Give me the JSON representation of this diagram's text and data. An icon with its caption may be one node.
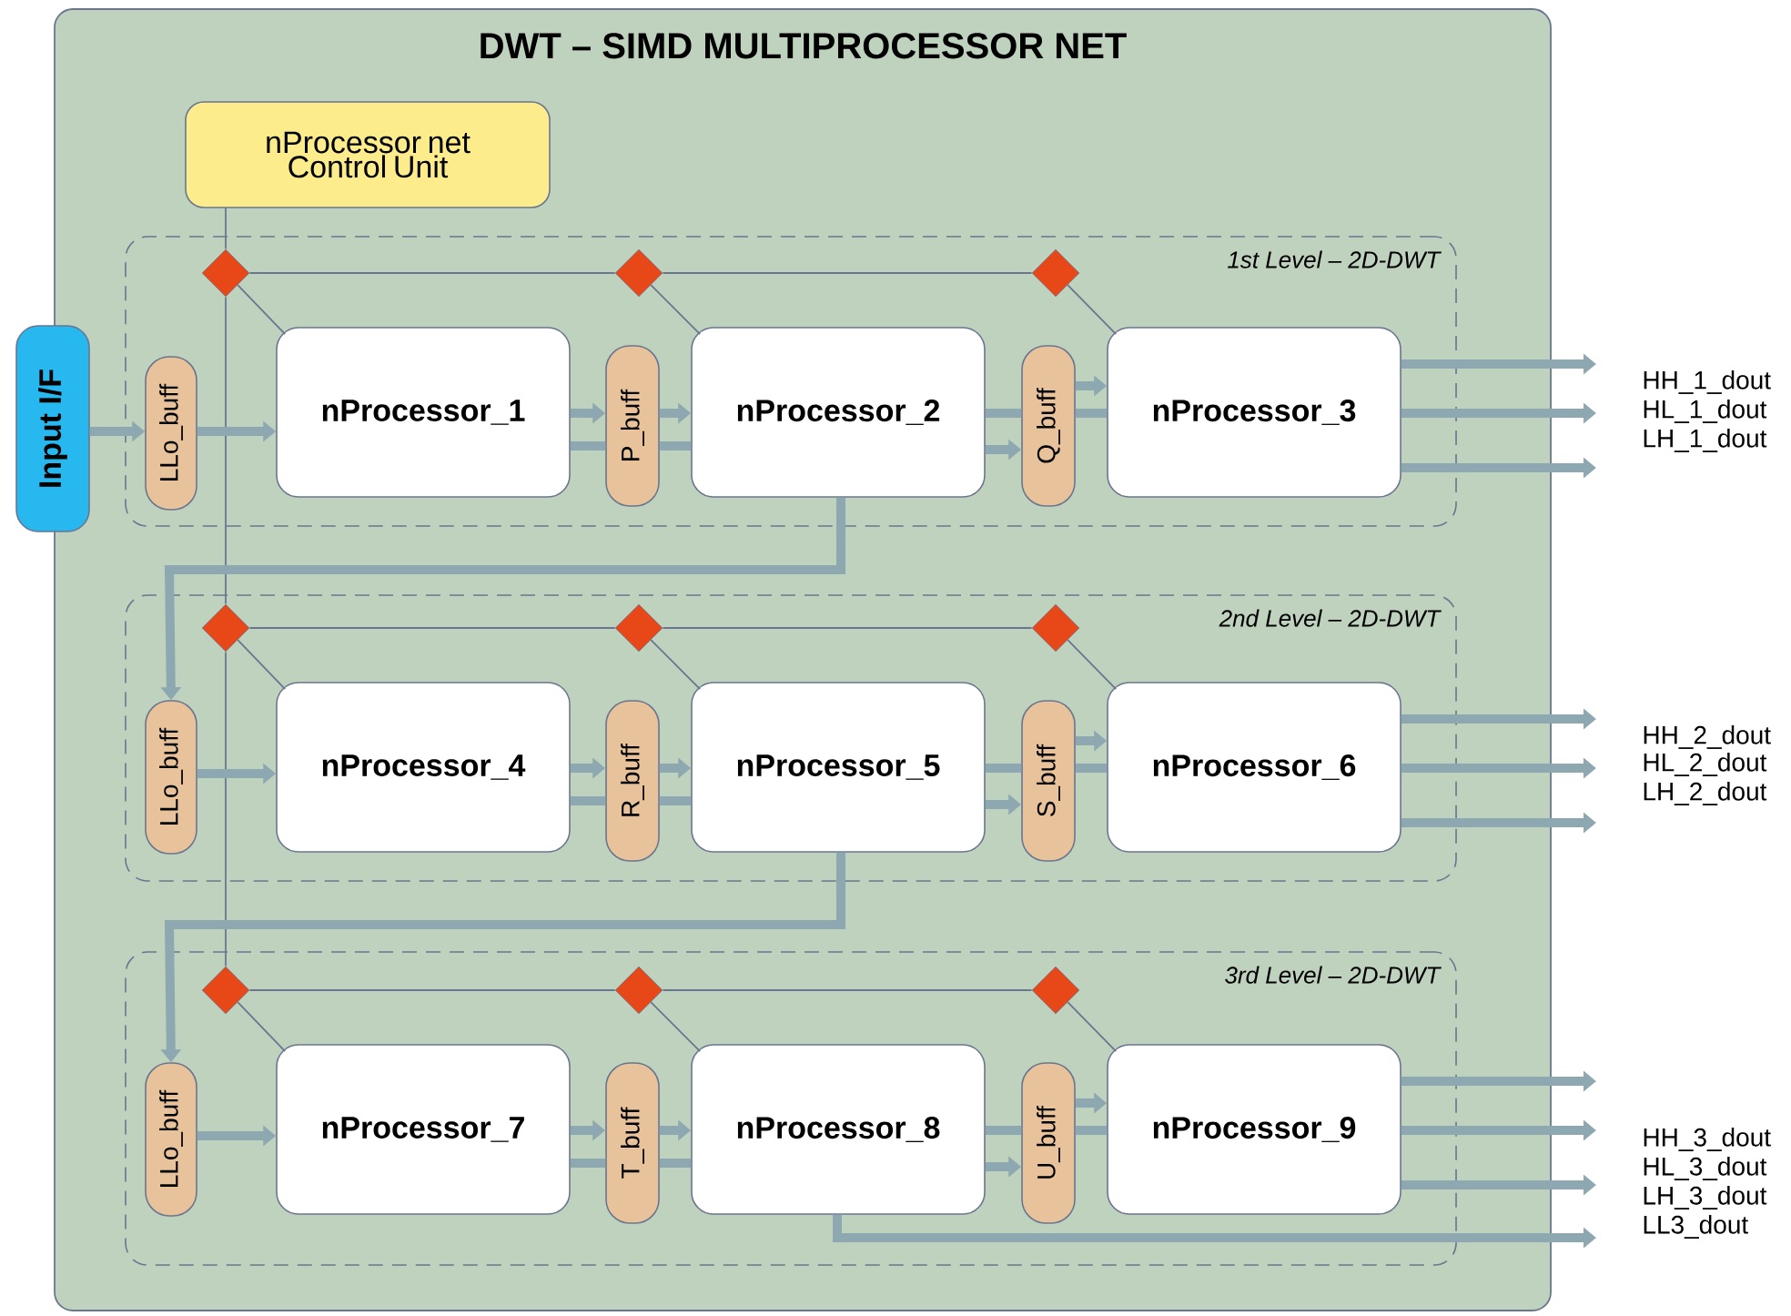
{
  "diagram": {
    "nodes": [
      {
        "text": [
          "DWT – SIMD MULTIPROCESSOR NET"
        ]
      },
      {
        "text": [
          "nProcessor net Control Unit"
        ],
        "in": 0
      },
      {
        "text": [
          "Input I/F"
        ]
      },
      {
        "text": [
          "1st Level – 2D-DWT"
        ],
        "in": 0
      },
      {
        "text": [
          "LLo_buff"
        ],
        "in": 3
      },
      {
        "text": [
          "nProcessor_1"
        ],
        "in": 3
      },
      {
        "text": [
          "P_buff"
        ],
        "in": 3
      },
      {
        "text": [
          "nProcessor_2"
        ],
        "in": 3
      },
      {
        "text": [
          "Q_buff"
        ],
        "in": 3
      },
      {
        "text": [
          "nProcessor_3"
        ],
        "in": 3
      },
      {
        "text": [],
        "shape": "diamond",
        "in": 3
      },
      {
        "text": [],
        "shape": "diamond",
        "in": 3
      },
      {
        "text": [],
        "shape": "diamond",
        "in": 3
      },
      {
        "text": [
          "2nd Level – 2D-DWT"
        ],
        "in": 0
      },
      {
        "text": [
          "LLo_buff"
        ],
        "in": 13
      },
      {
        "text": [
          "nProcessor_4"
        ],
        "in": 13
      },
      {
        "text": [
          "R_buff"
        ],
        "in": 13
      },
      {
        "text": [
          "nProcessor_5"
        ],
        "in": 13
      },
      {
        "text": [
          "S_buff"
        ],
        "in": 13
      },
      {
        "text": [
          "nProcessor_6"
        ],
        "in": 13
      },
      {
        "text": [],
        "shape": "diamond",
        "in": 13
      },
      {
        "text": [],
        "shape": "diamond",
        "in": 13
      },
      {
        "text": [],
        "shape": "diamond",
        "in": 13
      },
      {
        "text": [
          "3rd Level – 2D-DWT"
        ],
        "in": 0
      },
      {
        "text": [
          "LLo_buff"
        ],
        "in": 23
      },
      {
        "text": [
          "nProcessor_7"
        ],
        "in": 23
      },
      {
        "text": [
          "T_buff"
        ],
        "in": 23
      },
      {
        "text": [
          "nProcessor_8"
        ],
        "in": 23
      },
      {
        "text": [
          "U_buff"
        ],
        "in": 23
      },
      {
        "text": [
          "nProcessor_9"
        ],
        "in": 23
      },
      {
        "text": [],
        "shape": "diamond",
        "in": 23
      },
      {
        "text": [],
        "shape": "diamond",
        "in": 23
      },
      {
        "text": [],
        "shape": "diamond",
        "in": 23
      }
    ],
    "edges": [
      {
        "from": 1,
        "to": 10,
        "arrow": "none",
        "color": "#6a7590"
      },
      {
        "from": 10,
        "to": 20,
        "arrow": "none",
        "color": "#6a7590"
      },
      {
        "from": 20,
        "to": 30,
        "arrow": "none",
        "color": "#6a7590"
      },
      {
        "from": 2,
        "to": 4,
        "arrow": "to"
      },
      {
        "from": 4,
        "to": 5,
        "arrow": "to"
      },
      {
        "from": 5,
        "to": 6,
        "arrow": "to"
      },
      {
        "from": 6,
        "to": 7,
        "arrow": "to"
      },
      {
        "from": 5,
        "to": 6,
        "arrow": "none"
      },
      {
        "from": 6,
        "to": 7,
        "arrow": "none"
      },
      {
        "from": 7,
        "to": 8,
        "arrow": "none"
      },
      {
        "from": 8,
        "to": 9,
        "arrow": "none"
      },
      {
        "from": 7,
        "to": 8,
        "arrow": "to"
      },
      {
        "from": 8,
        "to": 9,
        "arrow": "to"
      },
      {
        "from": 9,
        "to": null,
        "arrow": "to"
      },
      {
        "from": 9,
        "to": null,
        "arrow": "to"
      },
      {
        "from": 9,
        "to": null,
        "arrow": "to"
      },
      {
        "from": 10,
        "to": 11,
        "arrow": "none",
        "color": "#6a7590"
      },
      {
        "from": 11,
        "to": 12,
        "arrow": "none",
        "color": "#6a7590"
      },
      {
        "from": 10,
        "to": 5,
        "arrow": "none",
        "color": "#6a7590"
      },
      {
        "from": 11,
        "to": 7,
        "arrow": "none",
        "color": "#6a7590"
      },
      {
        "from": 12,
        "to": 9,
        "arrow": "none",
        "color": "#6a7590"
      },
      {
        "from": 14,
        "to": 15,
        "arrow": "to"
      },
      {
        "from": 15,
        "to": 16,
        "arrow": "to"
      },
      {
        "from": 16,
        "to": 17,
        "arrow": "to"
      },
      {
        "from": 15,
        "to": 16,
        "arrow": "none"
      },
      {
        "from": 16,
        "to": 17,
        "arrow": "none"
      },
      {
        "from": 17,
        "to": 18,
        "arrow": "none"
      },
      {
        "from": 18,
        "to": 19,
        "arrow": "none"
      },
      {
        "from": 17,
        "to": 18,
        "arrow": "to"
      },
      {
        "from": 18,
        "to": 19,
        "arrow": "to"
      },
      {
        "from": 19,
        "to": null,
        "arrow": "to"
      },
      {
        "from": 19,
        "to": null,
        "arrow": "to"
      },
      {
        "from": 19,
        "to": null,
        "arrow": "to"
      },
      {
        "from": 20,
        "to": 21,
        "arrow": "none",
        "color": "#6a7590"
      },
      {
        "from": 21,
        "to": 22,
        "arrow": "none",
        "color": "#6a7590"
      },
      {
        "from": 20,
        "to": 15,
        "arrow": "none",
        "color": "#6a7590"
      },
      {
        "from": 21,
        "to": 17,
        "arrow": "none",
        "color": "#6a7590"
      },
      {
        "from": 22,
        "to": 19,
        "arrow": "none",
        "color": "#6a7590"
      },
      {
        "from": 24,
        "to": 25,
        "arrow": "to"
      },
      {
        "from": 25,
        "to": 26,
        "arrow": "to"
      },
      {
        "from": 26,
        "to": 27,
        "arrow": "to"
      },
      {
        "from": 25,
        "to": 26,
        "arrow": "none"
      },
      {
        "from": 26,
        "to": 27,
        "arrow": "none"
      },
      {
        "from": 27,
        "to": 28,
        "arrow": "none"
      },
      {
        "from": 28,
        "to": 29,
        "arrow": "none"
      },
      {
        "from": 27,
        "to": 28,
        "arrow": "to"
      },
      {
        "from": 28,
        "to": 29,
        "arrow": "to"
      },
      {
        "from": 29,
        "to": null,
        "arrow": "to"
      },
      {
        "from": 29,
        "to": null,
        "arrow": "to"
      },
      {
        "from": 29,
        "to": null,
        "arrow": "to"
      },
      {
        "from": 30,
        "to": 31,
        "arrow": "none",
        "color": "#6a7590"
      },
      {
        "from": 31,
        "to": 32,
        "arrow": "none",
        "color": "#6a7590"
      },
      {
        "from": 30,
        "to": 25,
        "arrow": "none",
        "color": "#6a7590"
      },
      {
        "from": 31,
        "to": 27,
        "arrow": "none",
        "color": "#6a7590"
      },
      {
        "from": 32,
        "to": 29,
        "arrow": "none",
        "color": "#6a7590"
      },
      {
        "from": 7,
        "to": 14,
        "arrow": "to"
      },
      {
        "from": 17,
        "to": 24,
        "arrow": "to"
      },
      {
        "from": 27,
        "to": null,
        "arrow": "to"
      }
    ],
    "labels": [
      "HH_1_dout",
      "HL_1_dout",
      "LH_1_dout",
      "HH_2_dout",
      "HL_2_dout",
      "LH_2_dout",
      "HH_3_dout",
      "HL_3_dout",
      "LH_3_dout",
      "LL3_dout"
    ]
  }
}
